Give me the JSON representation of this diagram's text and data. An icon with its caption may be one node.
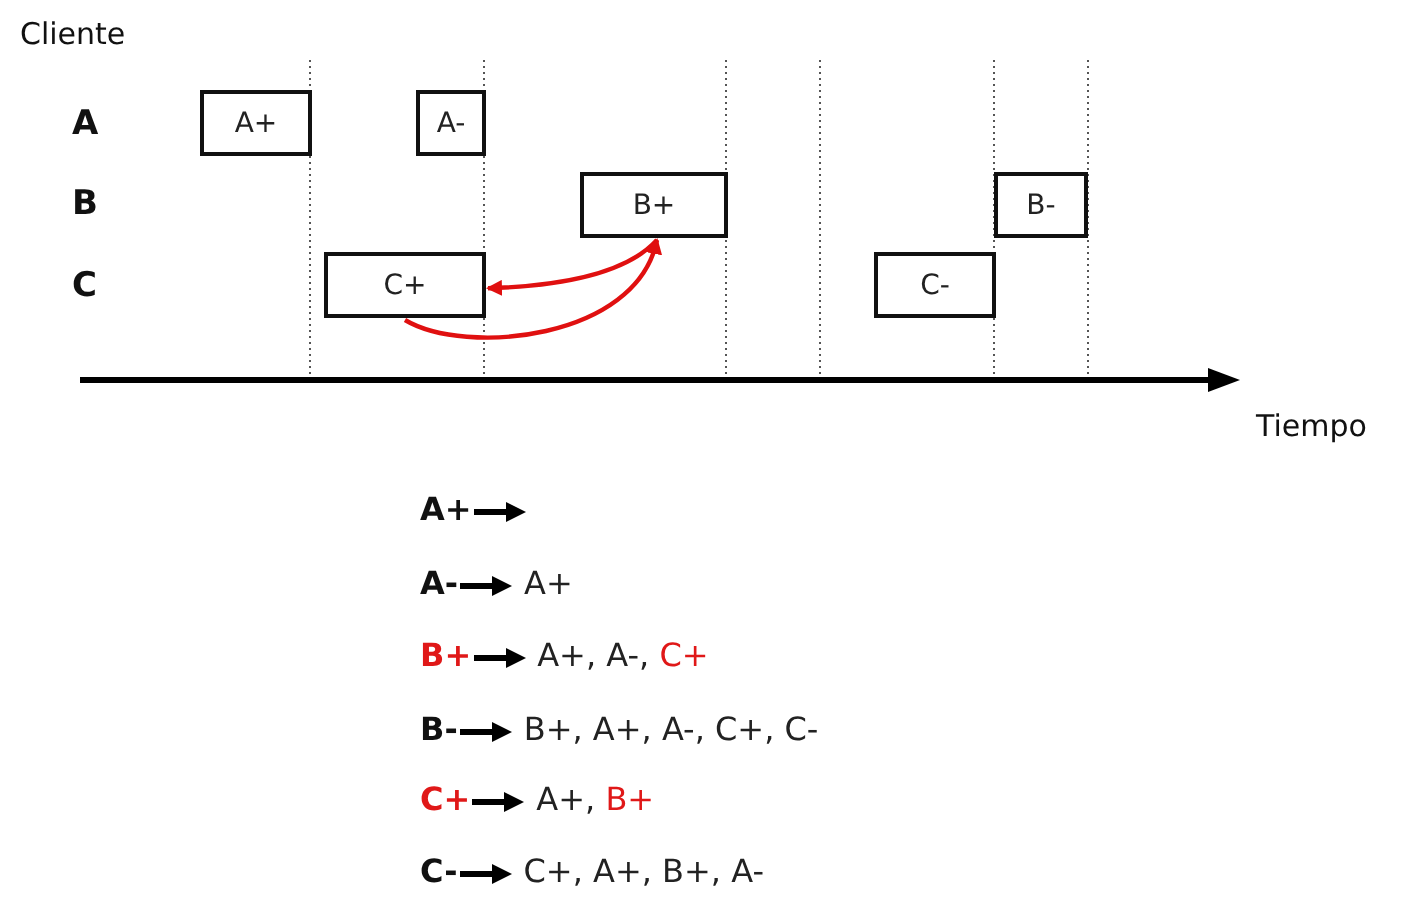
{
  "diagram": {
    "nodes": [
      {
        "text": [
          "A+"
        ]
      },
      {
        "text": [
          "A-"
        ]
      },
      {
        "text": [
          "B+"
        ]
      },
      {
        "text": [
          "B-"
        ]
      },
      {
        "text": [
          "C+"
        ]
      },
      {
        "text": [
          "C-"
        ]
      }
    ],
    "edges": [
      {
        "from": 2,
        "to": 4,
        "arrow": "to",
        "color": "#e01010"
      },
      {
        "from": 4,
        "to": 2,
        "arrow": "to",
        "color": "#e01010"
      }
    ],
    "labels": [
      "Cliente",
      "A",
      "B",
      "C",
      "Tiempo",
      "A+",
      "A-",
      "A+",
      "B+",
      "A+, A-, C+",
      "B-",
      "B+, A+, A-, C+, C-",
      "C+",
      "A+, B+",
      "C-",
      "C+, A+, B+, A-"
    ]
  }
}
